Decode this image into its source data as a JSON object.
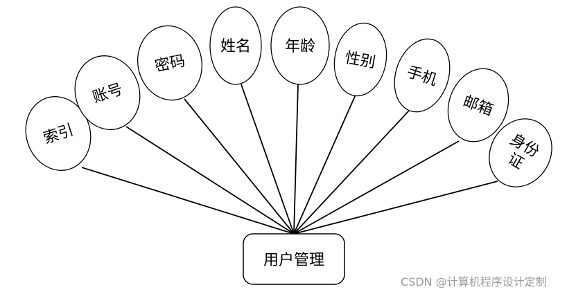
{
  "entity": {
    "label": "用户管理"
  },
  "attributes": [
    {
      "id": "index",
      "label": "索引"
    },
    {
      "id": "account",
      "label": "账号"
    },
    {
      "id": "password",
      "label": "密码"
    },
    {
      "id": "name",
      "label": "姓名"
    },
    {
      "id": "age",
      "label": "年龄"
    },
    {
      "id": "gender",
      "label": "性别"
    },
    {
      "id": "phone",
      "label": "手机"
    },
    {
      "id": "email",
      "label": "邮箱"
    },
    {
      "id": "idcard",
      "label": "身份证",
      "lines": [
        "身份",
        "证"
      ]
    }
  ],
  "watermark": "CSDN @计算机程序设计定制"
}
